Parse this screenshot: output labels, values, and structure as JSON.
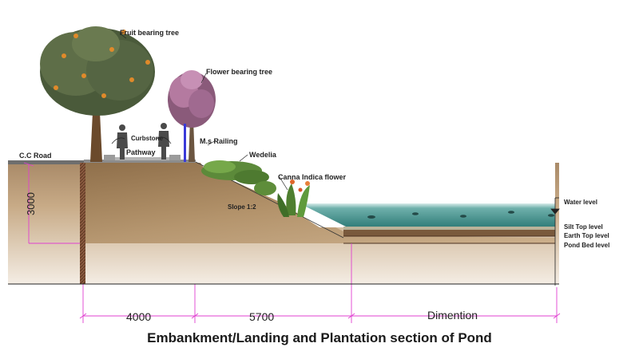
{
  "labels": {
    "cc_road": "C.C Road",
    "fruit_tree": "Fruit bearing tree",
    "flower_tree": "Flower bearing tree",
    "curbstone": "Curbstone",
    "pathway": "Pathway",
    "railing": "M.s Railing",
    "wedelia": "Wedelia",
    "canna": "Canna Indica flower",
    "slope": "Slope 1:2",
    "water_level": "Water level",
    "silt_top": "Silt Top level",
    "earth_top": "Earth Top level",
    "pond_bed": "Pond Bed level"
  },
  "dimensions": {
    "height": "3000",
    "road_width": "4000",
    "slope_width": "5700",
    "pond_width": "Dimention"
  },
  "caption": "Embankment/Landing and Plantation section of Pond",
  "colors": {
    "dimension_line": "#e040d0",
    "water": "#4f9a98",
    "soil": "#c9ab85",
    "railing": "#3a3ad8"
  }
}
